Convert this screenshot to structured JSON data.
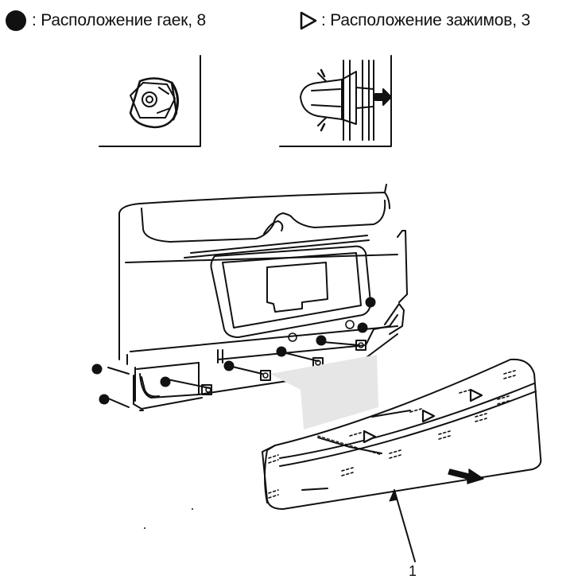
{
  "legend": {
    "nuts": {
      "icon": "filled-circle-icon",
      "label": ": Расположение гаек, 8"
    },
    "clips": {
      "icon": "triangle-outline-icon",
      "label": ": Расположение зажимов, 3"
    }
  },
  "callouts": {
    "bumper": "1"
  },
  "colors": {
    "ink": "#111111",
    "shade": "#e6e6e6",
    "paper": "#ffffff"
  }
}
